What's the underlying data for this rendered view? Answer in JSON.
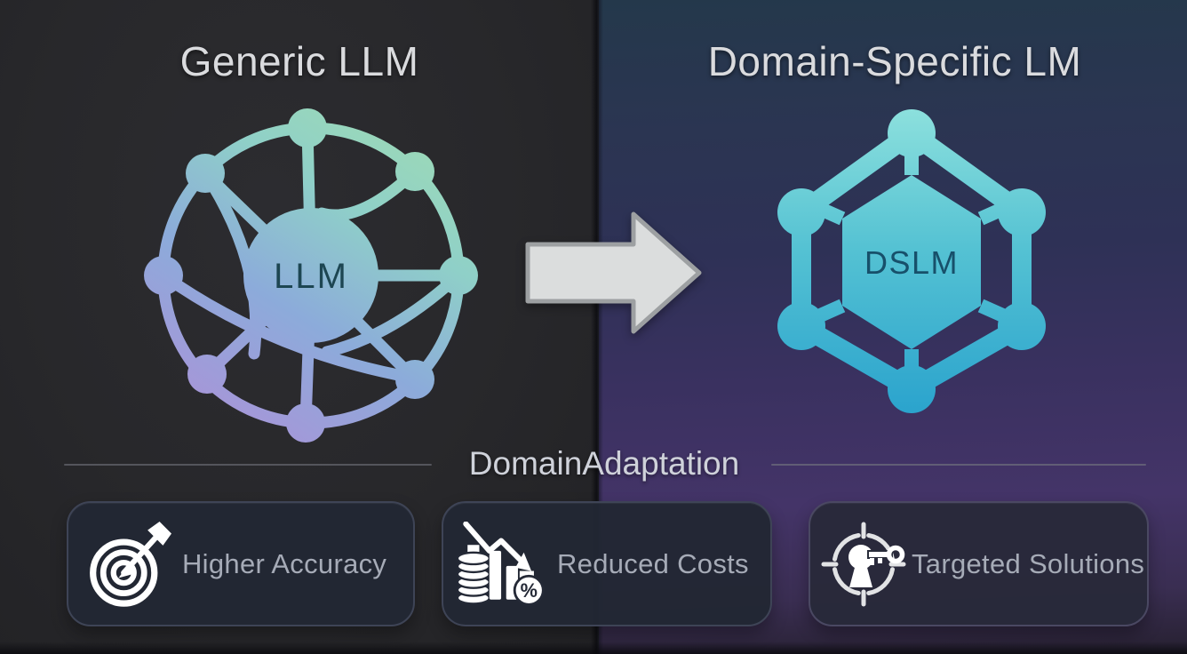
{
  "diagram": {
    "left": {
      "title": "Generic LLM",
      "core_label": "LLM"
    },
    "right": {
      "title": "Domain-Specific LM",
      "core_label": "DSLM"
    },
    "transition_label": "DomainAdaptation",
    "benefits": [
      {
        "label": "Higher Accuracy",
        "icon": "target-arrow-icon"
      },
      {
        "label": "Reduced Costs",
        "icon": "declining-cost-icon",
        "badge": "%"
      },
      {
        "label": "Targeted Solutions",
        "icon": "crosshair-key-icon"
      }
    ],
    "colors": {
      "left_background": "#28282b",
      "right_background_top": "#24384b",
      "right_background_bottom": "#443468",
      "network_green": "#a0dcb2",
      "network_blue": "#8cabda",
      "network_purple": "#ab92d8",
      "hexagon_teal_top": "#8ce0dd",
      "hexagon_teal_bottom": "#2aa3cd",
      "core_text_dark_teal": "#1d4652",
      "arrow_fill": "#dbdddd",
      "arrow_border": "#9da0a2",
      "card_background": "#222734",
      "card_border": "#3e4456",
      "title_text": "#dadbde",
      "divider_text": "#cfd2da",
      "card_label_text": "#a6abb7"
    }
  }
}
